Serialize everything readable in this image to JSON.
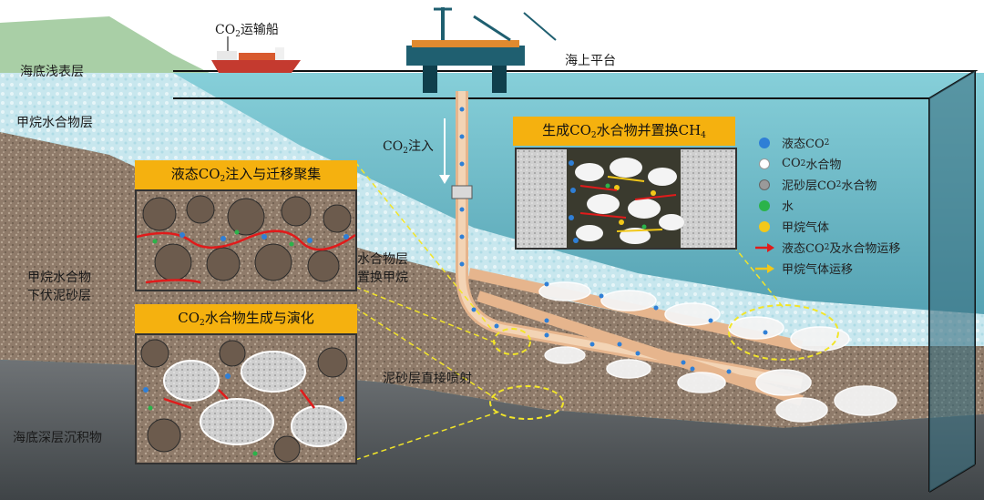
{
  "ship_label": {
    "pre": "CO",
    "sub": "2",
    "post": "运输船"
  },
  "platform_label": "海上平台",
  "injection_label": {
    "pre": "CO",
    "sub": "2",
    "post": "注入"
  },
  "layers": {
    "shallow": "海底浅表层",
    "methane_hydrate": "甲烷水合物层",
    "underlying_line1": "甲烷水合物",
    "underlying_line2": "下伏泥砂层",
    "deep": "海底深层沉积物"
  },
  "callouts": {
    "hydrate_replace_line1": "水合物层",
    "hydrate_replace_line2": "置换甲烷",
    "direct_injection": "泥砂层直接喷射"
  },
  "insets": {
    "top_right": {
      "pre": "生成CO",
      "sub": "2",
      "mid": "水合物并置换CH",
      "sub2": "4"
    },
    "left_top": {
      "pre": "液态CO",
      "sub": "2",
      "post": "注入与迁移聚集"
    },
    "left_bottom": {
      "pre": "CO",
      "sub": "2",
      "post": "水合物生成与演化"
    }
  },
  "legend": [
    {
      "icon": "liquid-co2-dot",
      "color": "#2f7fd6",
      "pre": "液态CO",
      "sub": "2",
      "post": ""
    },
    {
      "icon": "co2-hydrate-dot",
      "color": "#ffffff",
      "pre": "CO",
      "sub": "2",
      "post": "水合物"
    },
    {
      "icon": "sand-co2-hydrate-dot",
      "color": "#9a9a9a",
      "pre": "泥砂层CO",
      "sub": "2",
      "post": "水合物"
    },
    {
      "icon": "water-dot",
      "color": "#2bb34a",
      "pre": "水",
      "sub": "",
      "post": ""
    },
    {
      "icon": "methane-gas-dot",
      "color": "#f2c81a",
      "pre": "甲烷气体",
      "sub": "",
      "post": ""
    },
    {
      "icon": "red-arrow",
      "color": "#e01b1b",
      "pre": "液态CO",
      "sub": "2",
      "post": "及水合物运移"
    },
    {
      "icon": "yellow-arrow",
      "color": "#f2c81a",
      "pre": "甲烷气体运移",
      "sub": "",
      "post": ""
    }
  ],
  "colors": {
    "seawater": "#7fc6d6",
    "hydrate_layer": "#bfe3ea",
    "sediment": "#9a8574",
    "deep_sediment": "#5f6468",
    "title_bar": "#f5b10f",
    "pipe": "#f3c9a3"
  }
}
